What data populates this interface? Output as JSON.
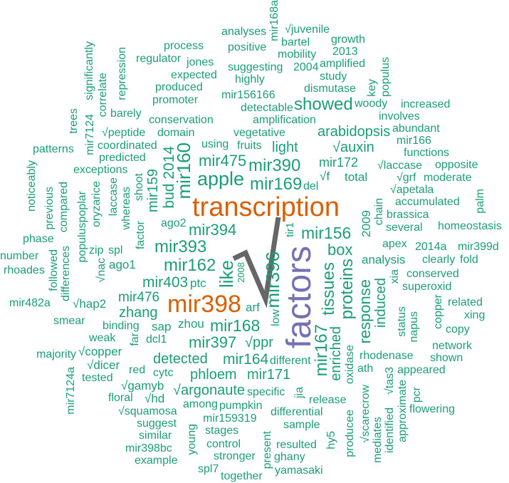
{
  "palette": {
    "green": "#1b9e77",
    "orange": "#d95f02",
    "purple": "#7570b3",
    "gray": "#666666"
  },
  "center_symbol": "√",
  "words": [
    "transcription",
    "factors",
    "mir398",
    "analyses",
    "process",
    "positive",
    "regulator",
    "jones",
    "suggesting",
    "2004",
    "expected",
    "highly",
    "produced",
    "mir156166",
    "promoter",
    "detectable",
    "amplification",
    "barely",
    "conservation",
    "vegetative",
    "√peptide",
    "domain",
    "coordinated",
    "using",
    "fruits",
    "patterns",
    "predicted",
    "exceptions",
    "mir475",
    "apple",
    "mir394",
    "ago2",
    "mir393",
    "mir162",
    "mir403",
    "mir476",
    "ptc",
    "like",
    "2008",
    "zhang",
    "arf",
    "sap",
    "zhou",
    "mir168",
    "binding",
    "smear",
    "mir482a",
    "√hap2",
    "weak",
    "far",
    "dcl1",
    "mir397",
    "√ppr",
    "√copper",
    "majority",
    "detected",
    "mir164",
    "cytc",
    "√dicer",
    "phloem",
    "mir171",
    "red",
    "tested",
    "√gamyb",
    "√argonaute",
    "mir7124a",
    "floral",
    "√hd",
    "among",
    "specific",
    "different",
    "√squamosa",
    "pumpkin",
    "suggest",
    "mir159319",
    "stages",
    "similar",
    "young",
    "mir398bc",
    "control",
    "stronger",
    "example",
    "spl7",
    "together",
    "present",
    "differential",
    "sample",
    "resulted",
    "ghany",
    "yamasaki",
    "jia",
    "release",
    "hy5",
    "producee",
    "oxidase",
    "enriched",
    "√scarecrow",
    "mediates",
    "identified",
    "√tas3",
    "approximate",
    "pcr",
    "flowering",
    "appeared",
    "ath",
    "rhodenase",
    "shown",
    "network",
    "copy",
    "copper",
    "napus",
    "status",
    "related",
    "xing",
    "superoxid",
    "conserved",
    "xia",
    "induced",
    "response",
    "proteins",
    "tissues",
    "mir396",
    "mir167",
    "low",
    "box",
    "analysis",
    "clearly",
    "fold",
    "apex",
    "2014a",
    "mir399d",
    "mir156",
    "2009",
    "chain",
    "tir1",
    "several",
    "homeostasis",
    "brassica",
    "accumulated",
    "palm",
    "√apetala",
    "√grf",
    "moderate",
    "√laccase",
    "opposite",
    "total",
    "√f",
    "mir172",
    "del",
    "√auxin",
    "mir169",
    "mir390",
    "showed",
    "light",
    "arabidopsis",
    "functions",
    "mir166",
    "abundant",
    "involves",
    "increased",
    "dismutase",
    "woody",
    "study",
    "amplified",
    "key",
    "populus",
    "2013",
    "growth",
    "mobility",
    "bartel",
    "√juvenile",
    "mir168a",
    "significantly",
    "correlate",
    "repression",
    "trees",
    "mir7124",
    "noticeably",
    "previous",
    "compared",
    "oryzarice",
    "laccase",
    "whereas",
    "shoot",
    "mir159",
    "bud 2014",
    "mir160",
    "factor",
    "phase",
    "number",
    "rhoades",
    "followed",
    "differences",
    "populuspoplar",
    "zip",
    "spl",
    "ago1",
    "√nac"
  ]
}
